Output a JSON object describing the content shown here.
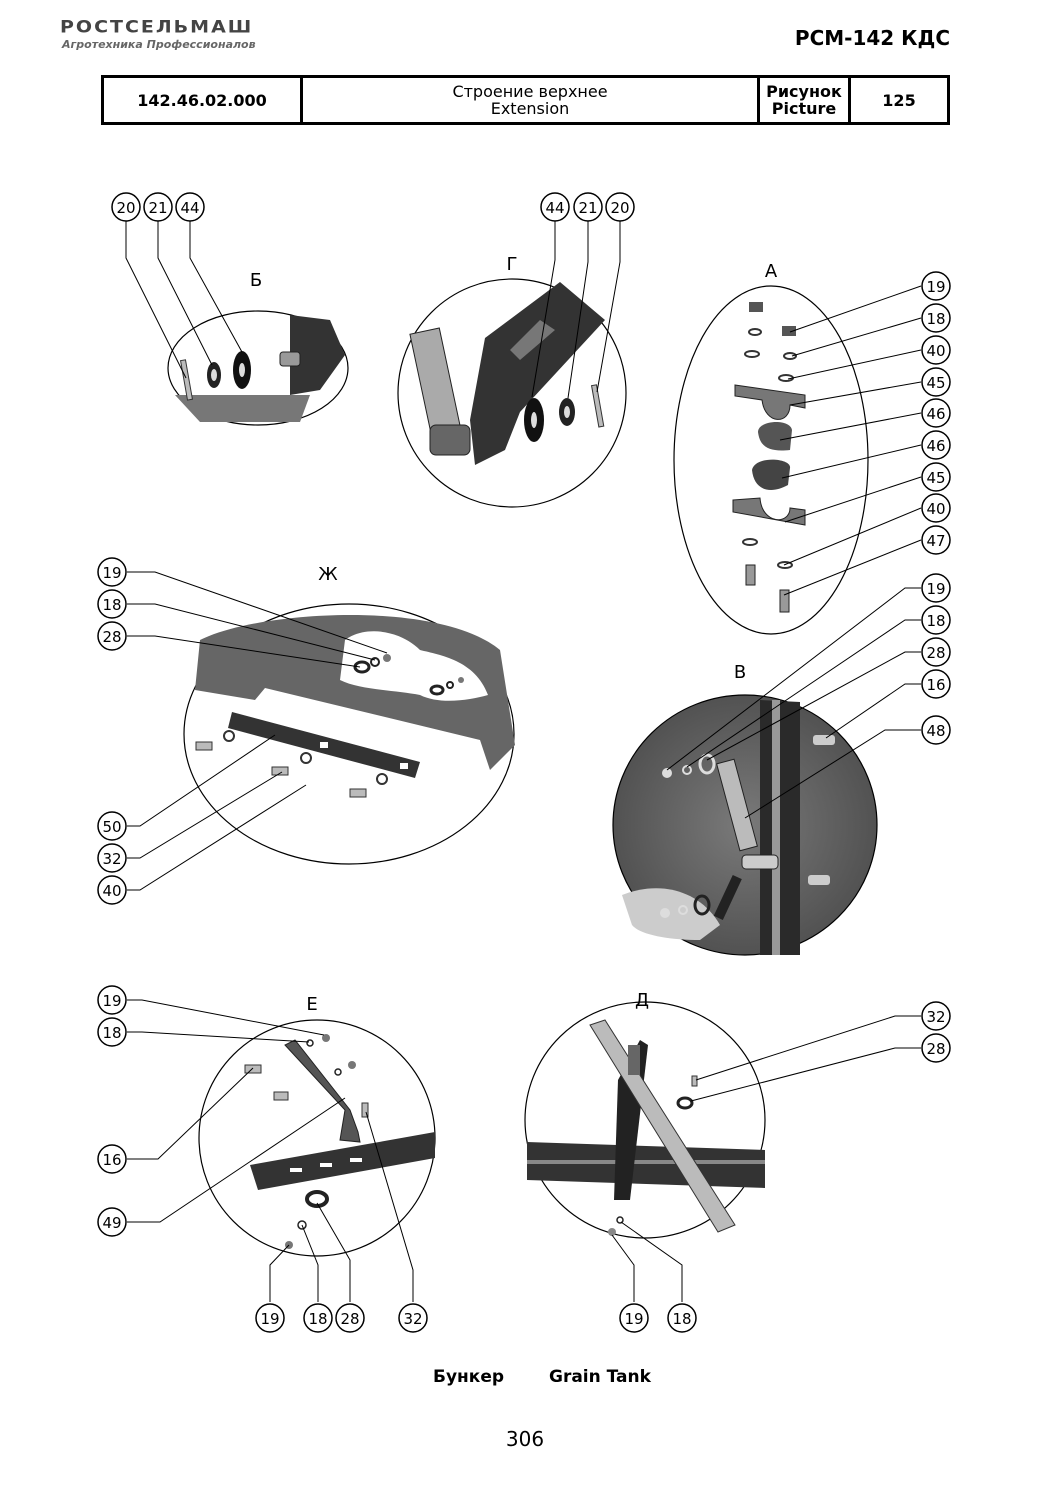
{
  "header": {
    "brand": "РОСТСЕЛЬМАШ",
    "tagline": "Агротехника Профессионалов",
    "model": "РСМ-142 КДС"
  },
  "title_block": {
    "part_number": "142.46.02.000",
    "title_ru": "Строение верхнее",
    "title_en": "Extension",
    "picture_ru": "Рисунок",
    "picture_en": "Picture",
    "picture_number": "125"
  },
  "views": {
    "b": "Б",
    "g": "Г",
    "a": "А",
    "zh": "Ж",
    "v": "В",
    "e": "Е",
    "d": "Д"
  },
  "callouts": {
    "b": [
      "20",
      "21",
      "44"
    ],
    "g": [
      "44",
      "21",
      "20"
    ],
    "a": [
      "19",
      "18",
      "40",
      "45",
      "46",
      "46",
      "45",
      "40",
      "47"
    ],
    "zh_top": [
      "19",
      "18",
      "28"
    ],
    "zh_bottom": [
      "50",
      "32",
      "40"
    ],
    "v": [
      "19",
      "18",
      "28",
      "16",
      "48"
    ],
    "e_left": [
      "19",
      "18",
      "16",
      "49"
    ],
    "e_bottom": [
      "19",
      "18",
      "28",
      "32"
    ],
    "d_right": [
      "32",
      "28"
    ],
    "d_bottom": [
      "19",
      "18"
    ]
  },
  "footer": {
    "caption_ru": "Бункер",
    "caption_en": "Grain Tank",
    "page_number": "306"
  }
}
